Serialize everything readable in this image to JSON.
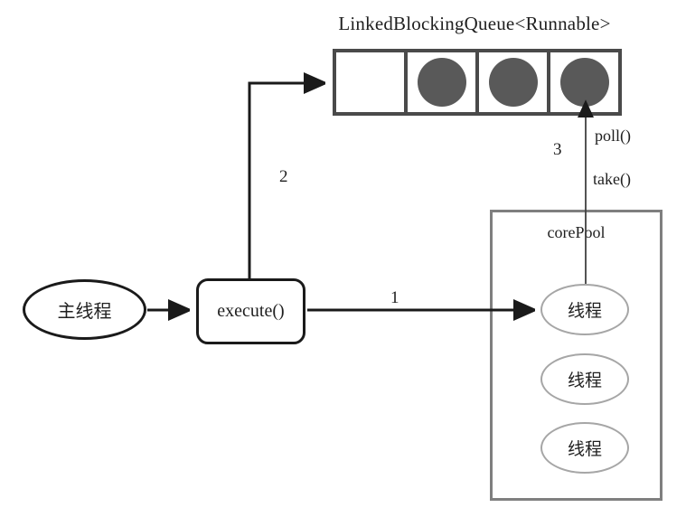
{
  "diagram": {
    "title": "LinkedBlockingQueue<Runnable>",
    "queue": {
      "cells": [
        {
          "filled": false
        },
        {
          "filled": true
        },
        {
          "filled": true
        },
        {
          "filled": true
        }
      ]
    },
    "main_thread_label": "主线程",
    "execute_label": "execute()",
    "core_pool": {
      "title": "corePool",
      "threads": [
        "线程",
        "线程",
        "线程"
      ]
    },
    "edge_labels": {
      "step1": "1",
      "step2": "2",
      "step3": "3",
      "poll": "poll()",
      "take": "take()"
    },
    "colors": {
      "black": "#1a1a1a",
      "queue_border": "#4a4a4a",
      "circle_fill": "#595959",
      "pool_border": "#7f7f7f",
      "thread_border": "#a6a6a6",
      "text": "#1f1f1f"
    }
  }
}
